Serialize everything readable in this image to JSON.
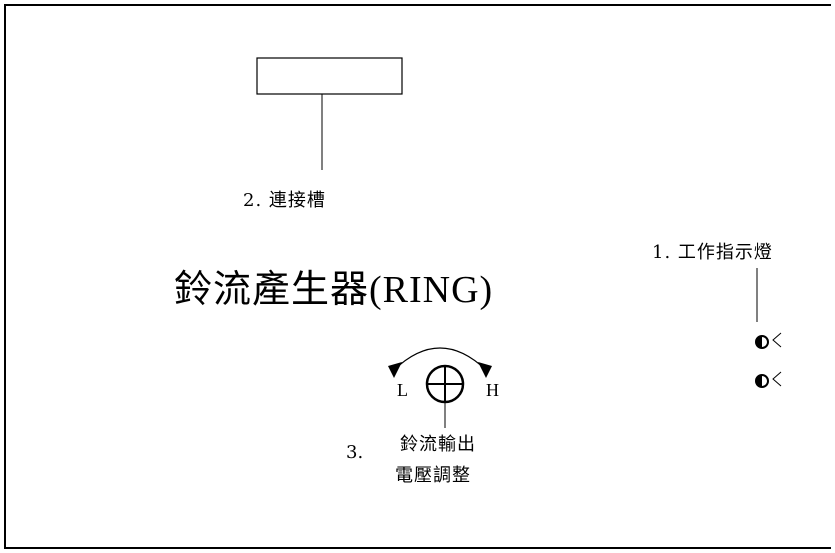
{
  "slot": {
    "label": "2. 連接槽"
  },
  "title": "鈴流產生器(RING)",
  "indicator": {
    "label": "1. 工作指示燈"
  },
  "knob": {
    "number": "3.",
    "line1": "鈴流輸出",
    "line2": "電壓調整",
    "low": "L",
    "high": "H"
  }
}
